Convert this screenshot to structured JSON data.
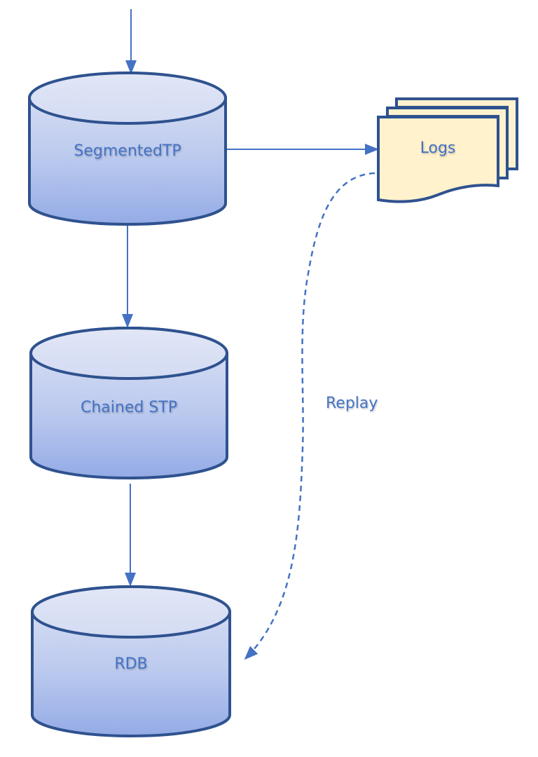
{
  "diagram": {
    "nodes": {
      "segmented_tp": {
        "label": "SegmentedTP",
        "shape": "cylinder"
      },
      "chained_stp": {
        "label": "Chained STP",
        "shape": "cylinder"
      },
      "rdb": {
        "label": "RDB",
        "shape": "cylinder"
      },
      "logs": {
        "label": "Logs",
        "shape": "multi-document"
      }
    },
    "edges": [
      {
        "from": "external",
        "to": "segmented_tp",
        "style": "solid",
        "label": ""
      },
      {
        "from": "segmented_tp",
        "to": "logs",
        "style": "solid",
        "label": ""
      },
      {
        "from": "segmented_tp",
        "to": "chained_stp",
        "style": "solid",
        "label": ""
      },
      {
        "from": "chained_stp",
        "to": "rdb",
        "style": "solid",
        "label": ""
      },
      {
        "from": "logs",
        "to": "rdb",
        "style": "dashed",
        "label": "Replay"
      }
    ],
    "replay_label": "Replay",
    "colors": {
      "cylinder_fill_top": "#dde3f5",
      "cylinder_fill_bottom": "#96ade6",
      "shape_stroke": "#2f528f",
      "connector": "#4472c4",
      "document_fill": "#fff2cc",
      "label_text": "#4472c4"
    }
  }
}
